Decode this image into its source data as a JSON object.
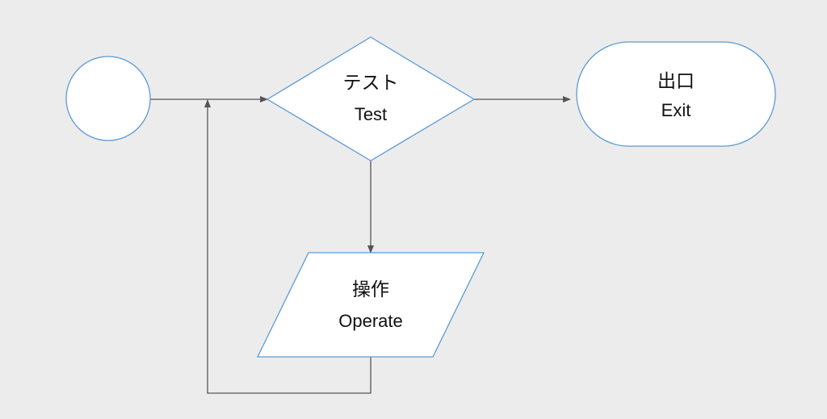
{
  "colors": {
    "background": "#ececec",
    "shape_fill": "#ffffff",
    "shape_stroke": "#5b9bd5",
    "connector": "#555555",
    "text": "#111111"
  },
  "nodes": {
    "start": {
      "shape": "circle"
    },
    "test": {
      "shape": "diamond",
      "label_jp": "テスト",
      "label_en": "Test"
    },
    "exit": {
      "shape": "rounded-terminator",
      "label_jp": "出口",
      "label_en": "Exit"
    },
    "operate": {
      "shape": "parallelogram",
      "label_jp": "操作",
      "label_en": "Operate"
    }
  },
  "edges": [
    {
      "from": "start",
      "to": "test",
      "arrow": true
    },
    {
      "from": "test",
      "to": "exit",
      "arrow": true
    },
    {
      "from": "test",
      "to": "operate",
      "arrow": true
    },
    {
      "from": "operate",
      "to": "start-test-line",
      "arrow": true
    }
  ]
}
